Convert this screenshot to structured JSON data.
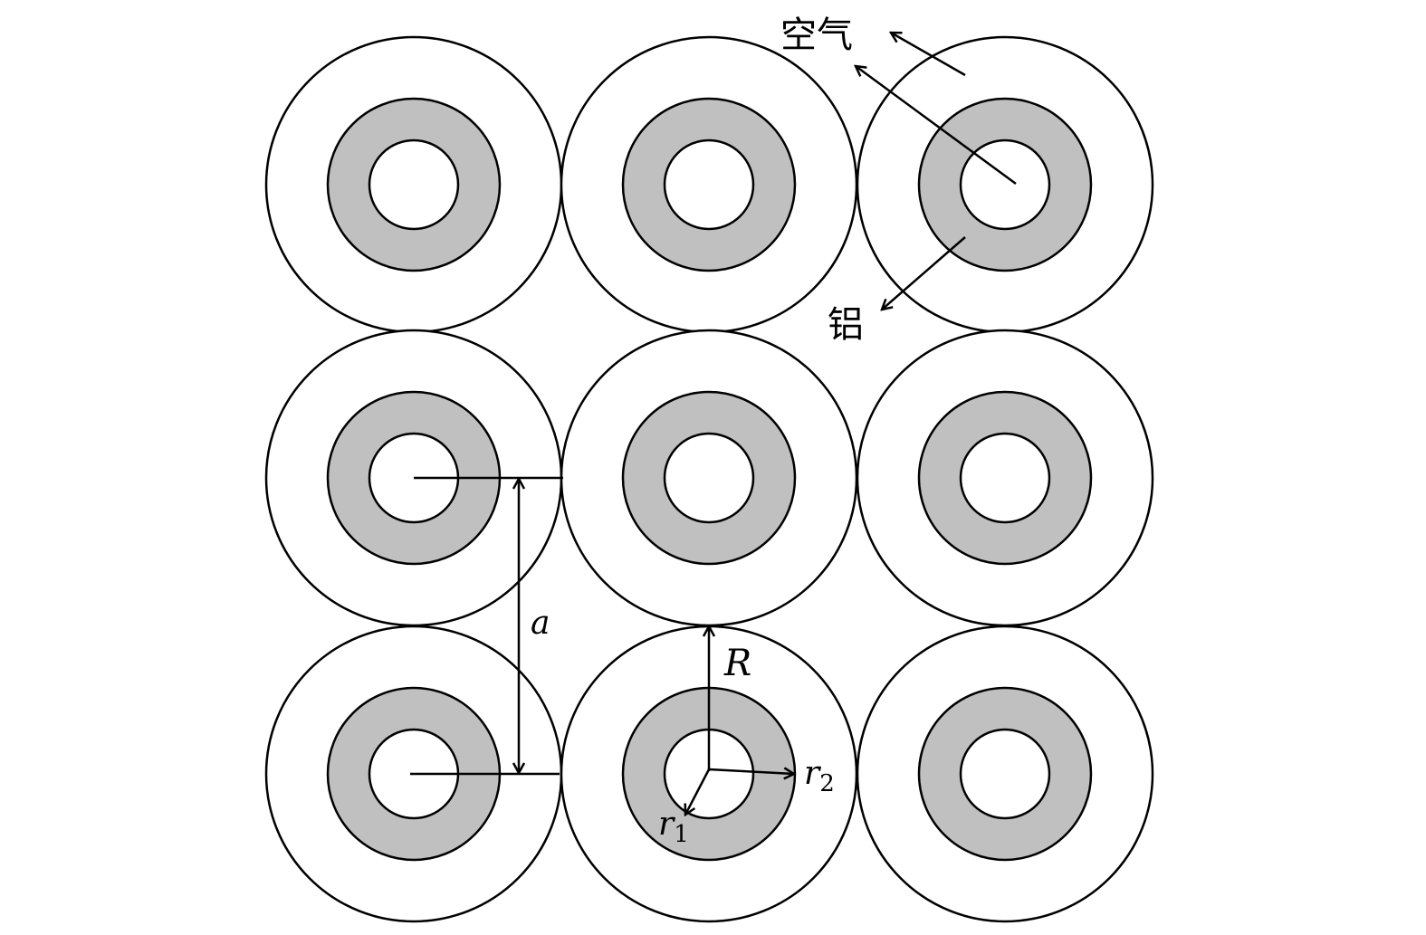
{
  "labels": {
    "air": "空气",
    "aluminum": "铝",
    "lattice_constant": "a",
    "outer_radius": "R",
    "r1_base": "r",
    "r1_sub": "1",
    "r2_base": "r",
    "r2_sub": "2"
  },
  "grid": {
    "rows": 3,
    "cols": 3
  },
  "colors": {
    "aluminum_fill": "#c0c0c0",
    "stroke": "#000000",
    "background": "#ffffff"
  }
}
